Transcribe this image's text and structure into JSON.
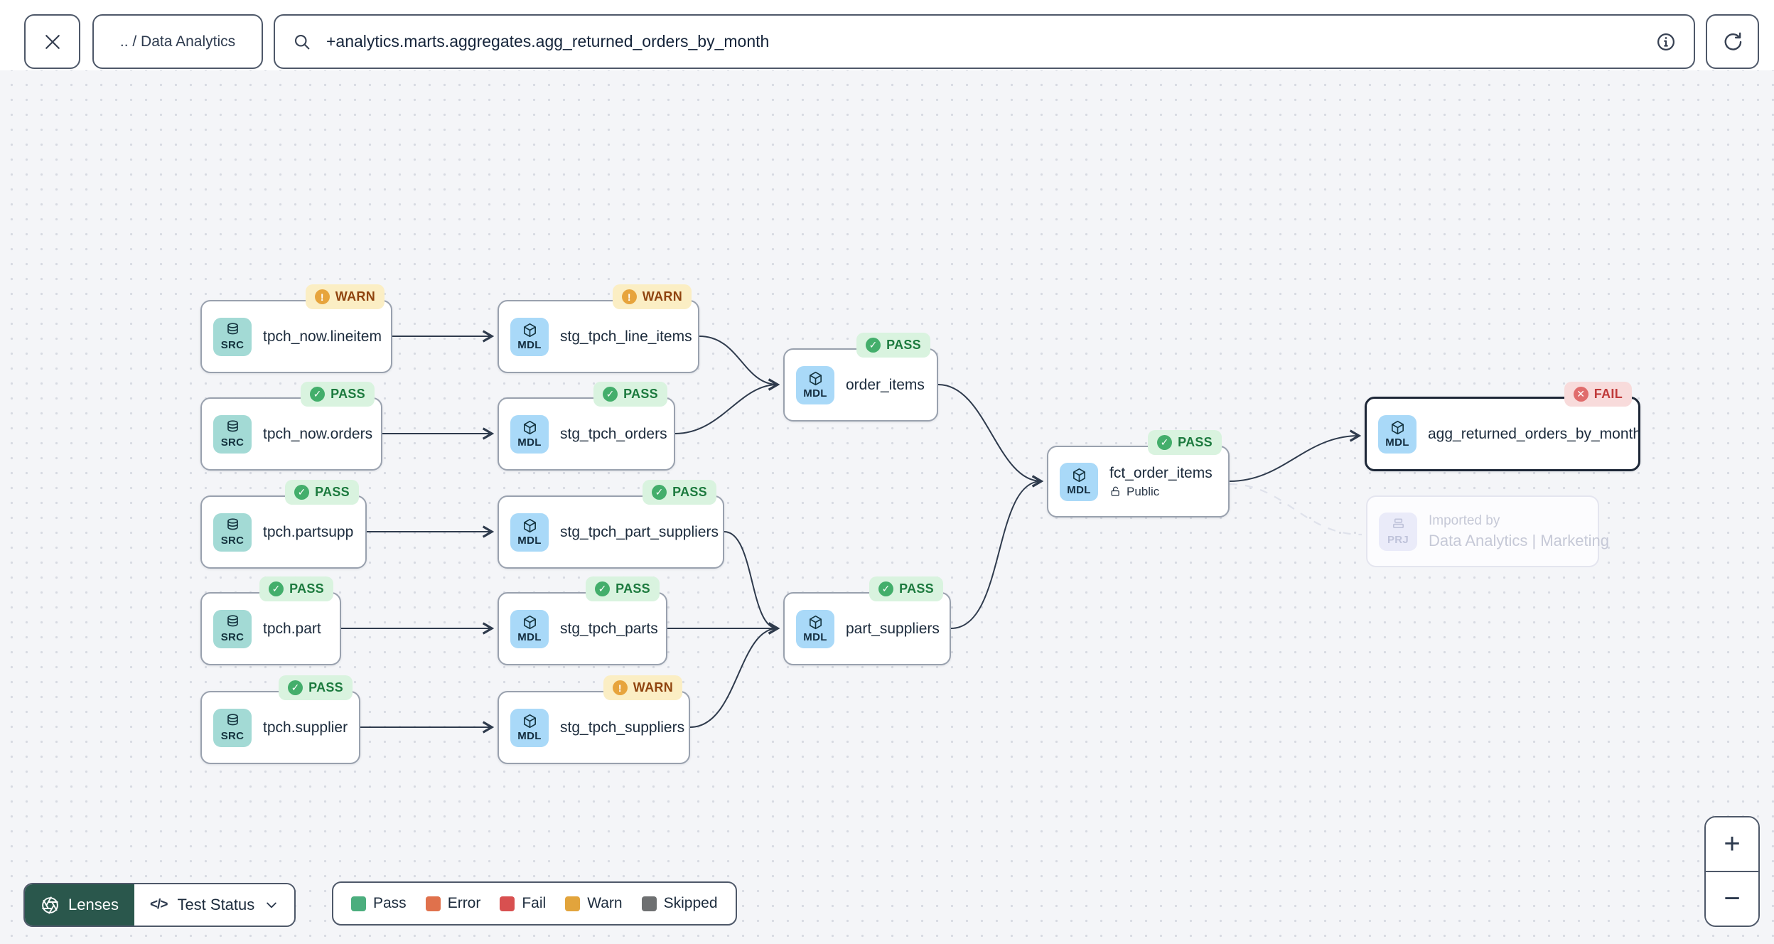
{
  "topbar": {
    "breadcrumb": ".. / Data Analytics",
    "search_value": "+analytics.marts.aggregates.agg_returned_orders_by_month"
  },
  "icons": {
    "pass_glyph": "✓",
    "warn_glyph": "!",
    "fail_glyph": "✕",
    "code_glyph": "</>"
  },
  "nodes": [
    {
      "kind": "SRC",
      "label": "tpch_now.lineitem",
      "badge": "WARN"
    },
    {
      "kind": "SRC",
      "label": "tpch_now.orders",
      "badge": "PASS"
    },
    {
      "kind": "SRC",
      "label": "tpch.partsupp",
      "badge": "PASS"
    },
    {
      "kind": "SRC",
      "label": "tpch.part",
      "badge": "PASS"
    },
    {
      "kind": "SRC",
      "label": "tpch.supplier",
      "badge": "PASS"
    },
    {
      "kind": "MDL",
      "label": "stg_tpch_line_items",
      "badge": "WARN"
    },
    {
      "kind": "MDL",
      "label": "stg_tpch_orders",
      "badge": "PASS"
    },
    {
      "kind": "MDL",
      "label": "stg_tpch_part_suppliers",
      "badge": "PASS"
    },
    {
      "kind": "MDL",
      "label": "stg_tpch_parts",
      "badge": "PASS"
    },
    {
      "kind": "MDL",
      "label": "stg_tpch_suppliers",
      "badge": "WARN"
    },
    {
      "kind": "MDL",
      "label": "order_items",
      "badge": "PASS"
    },
    {
      "kind": "MDL",
      "label": "part_suppliers",
      "badge": "PASS"
    },
    {
      "kind": "MDL",
      "label": "fct_order_items",
      "badge": "PASS",
      "access": "Public"
    },
    {
      "kind": "MDL",
      "label": "agg_returned_orders_by_month",
      "badge": "FAIL",
      "selected": true
    },
    {
      "kind": "PRJ",
      "label": "Imported by",
      "sublabel": "Data Analytics | Marketing"
    }
  ],
  "footer": {
    "lenses_label": "Lenses",
    "lens_selected": "Test Status",
    "legend": [
      {
        "label": "Pass",
        "color": "#4cae7e"
      },
      {
        "label": "Error",
        "color": "#e0714c"
      },
      {
        "label": "Fail",
        "color": "#d85050"
      },
      {
        "label": "Warn",
        "color": "#e2a43c"
      },
      {
        "label": "Skipped",
        "color": "#6e7071"
      }
    ]
  },
  "zoom": {
    "in": "+",
    "out": "−"
  }
}
